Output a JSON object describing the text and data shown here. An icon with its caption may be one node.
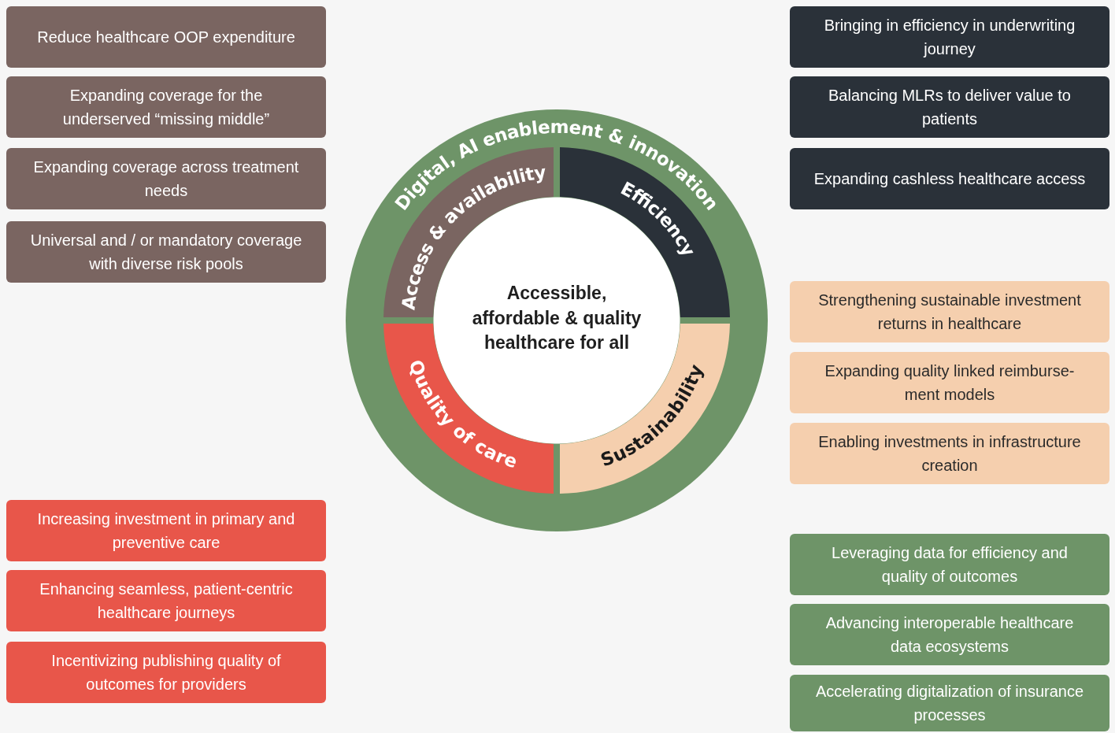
{
  "diagram": {
    "nodes": [
      {
        "text": [
          "Reduce healthcare OOP expenditure"
        ]
      },
      {
        "text": [
          "Expanding coverage for the underserved “missing middle”"
        ]
      },
      {
        "text": [
          "Expanding coverage across treatment needs"
        ]
      },
      {
        "text": [
          "Universal and / or mandatory coverage with diverse risk pools"
        ]
      },
      {
        "text": [
          "Bringing in efficiency in underwriting journey"
        ]
      },
      {
        "text": [
          "Balancing MLRs to deliver value to patients"
        ]
      },
      {
        "text": [
          "Expanding cashless healthcare access"
        ]
      },
      {
        "text": [
          "Digital, AI enablement & innovation"
        ]
      },
      {
        "text": [
          "Access & availability"
        ],
        "in": 7
      },
      {
        "text": [
          "Efficiency"
        ],
        "in": 7
      },
      {
        "text": [
          "Quality of care"
        ],
        "in": 7
      },
      {
        "text": [
          "Sustainability"
        ],
        "in": 7
      },
      {
        "text": [
          "Accessible, affordable & quality healthcare for all"
        ],
        "in": 7
      },
      {
        "text": [
          "Strengthening sustainable investment returns in healthcare"
        ]
      },
      {
        "text": [
          "Expanding quality linked reimburse- ment models"
        ]
      },
      {
        "text": [
          "Enabling investments in infrastructure creation"
        ]
      },
      {
        "text": [
          "Increasing investment in primary and preventive care"
        ]
      },
      {
        "text": [
          "Enhancing seamless, patient-centric healthcare journeys"
        ]
      },
      {
        "text": [
          "Incentivizing publishing quality of outcomes for providers"
        ]
      },
      {
        "text": [
          "Leveraging data for efficiency and quality of outcomes"
        ]
      },
      {
        "text": [
          "Advancing interoperable healthcare data ecosystems"
        ]
      },
      {
        "text": [
          "Accelerating digitalization of insurance processes"
        ]
      }
    ]
  }
}
